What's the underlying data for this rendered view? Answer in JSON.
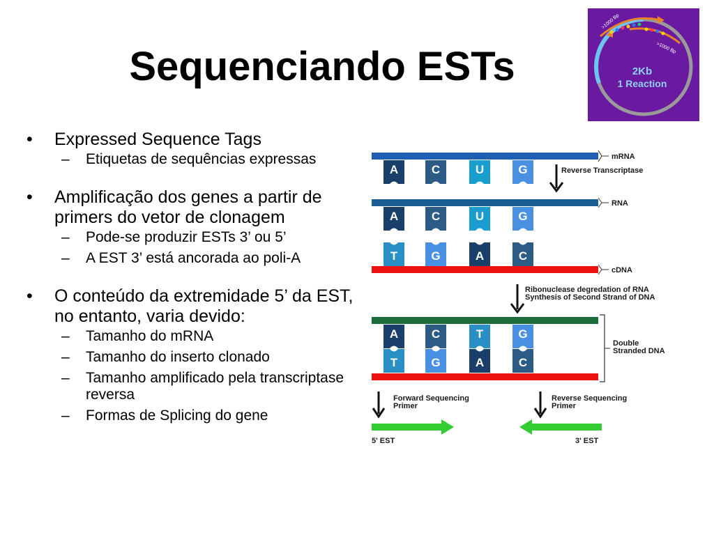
{
  "title": "Sequenciando ESTs",
  "bullets": [
    {
      "symbol": "•",
      "text": "Expressed Sequence Tags",
      "subs": [
        {
          "symbol": "–",
          "text": "Etiquetas de sequências expressas"
        }
      ]
    },
    {
      "symbol": "•",
      "text": "Amplificação dos genes a partir de primers do vetor de clonagem",
      "subs": [
        {
          "symbol": "–",
          "text": "Pode-se produzir ESTs 3’ ou 5’"
        },
        {
          "symbol": "–",
          "text": "A EST 3’ está ancorada ao poli-A"
        }
      ]
    },
    {
      "symbol": "•",
      "text": "O conteúdo da extremidade 5’ da EST, no entanto, varia devido:",
      "subs": [
        {
          "symbol": "–",
          "text": "Tamanho do mRNA"
        },
        {
          "symbol": "–",
          "text": "Tamanho do inserto clonado"
        },
        {
          "symbol": "–",
          "text": "Tamanho amplificado pela transcriptase reversa"
        },
        {
          "symbol": "–",
          "text": "Formas de Splicing do gene"
        }
      ]
    }
  ],
  "logo": {
    "line1": "2Kb",
    "line2": "1 Reaction",
    "arc_label_1": ">1000 Bp",
    "arc_label_2": ">1000 Bp",
    "bg_color": "#6a1aa0"
  },
  "diagram": {
    "labels": {
      "mrna": "mRNA",
      "rna": "RNA",
      "cdna": "cDNA",
      "reverse_transcriptase": "Reverse Transcriptase",
      "ribonuclease_1": "Ribonuclease degredation of RNA",
      "ribonuclease_2": "Synthesis of Second Strand of DNA",
      "double_1": "Double",
      "double_2": "Stranded DNA",
      "forward_1": "Forward Sequencing",
      "forward_2": "Primer",
      "reverse_1": "Reverse Sequencing",
      "reverse_2": "Primer",
      "est5": "5' EST",
      "est3": "3' EST"
    },
    "row1_bases": [
      "A",
      "C",
      "U",
      "G"
    ],
    "row2_top_bases": [
      "A",
      "C",
      "U",
      "G"
    ],
    "row2_bottom_bases": [
      "T",
      "G",
      "A",
      "C"
    ],
    "row3_top_bases": [
      "A",
      "C",
      "T",
      "G"
    ],
    "row3_bottom_bases": [
      "T",
      "G",
      "A",
      "C"
    ],
    "colors": {
      "mrna_strand": "#1f5fb3",
      "rna_strand": "#1c5d91",
      "cdna_strand": "#ee1111",
      "dsdna_strand": "#1c6b3a",
      "est_arrow": "#33cc33",
      "base_A": "#1a3f6b",
      "base_C": "#2c5b86",
      "base_U": "#1a9ed0",
      "base_G": "#4a90e2",
      "base_T": "#2a8fc4",
      "base_dark": "#0e2d52"
    }
  }
}
